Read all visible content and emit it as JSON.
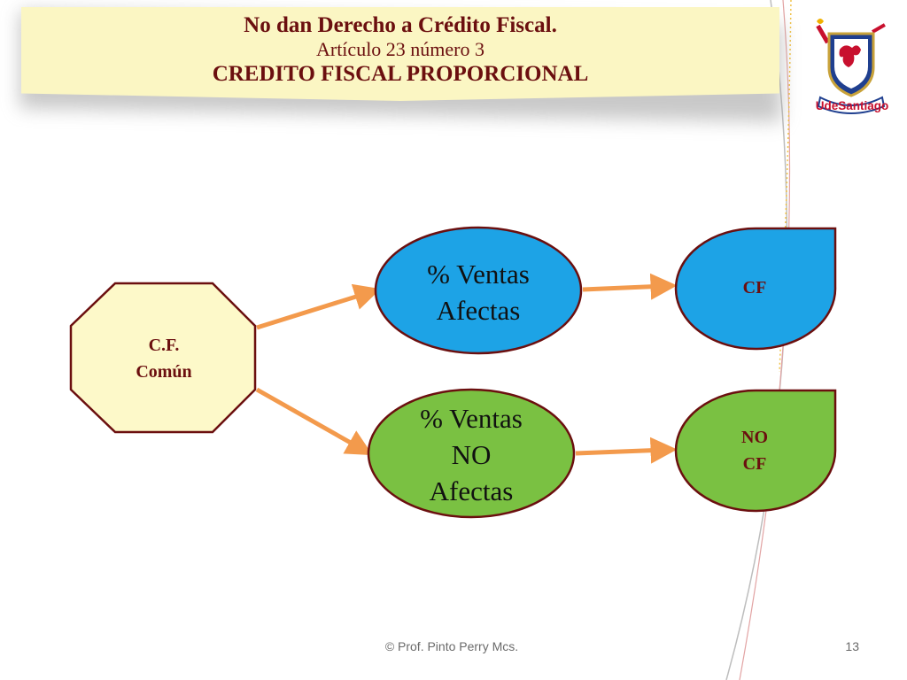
{
  "title": {
    "line1": "No dan Derecho a Crédito Fiscal.",
    "line2": "Artículo 23 número 3",
    "line3": "CREDITO FISCAL PROPORCIONAL"
  },
  "logo": {
    "text": "UdeSantiago"
  },
  "nodes": {
    "source": {
      "line1": "C.F.",
      "line2": "Común"
    },
    "ventas_afectas": {
      "line1": "% Ventas",
      "line2": "Afectas"
    },
    "ventas_no_afectas": {
      "line1": "% Ventas",
      "line2": "NO",
      "line3": "Afectas"
    },
    "cf": {
      "label": "CF"
    },
    "no_cf": {
      "line1": "NO",
      "line2": "CF"
    }
  },
  "colors": {
    "banner": "#fbf6c3",
    "octagon": "#fdf9c9",
    "afectas_fill": "#1da3e6",
    "no_afectas_fill": "#7ac142",
    "outline": "#6b0f0f",
    "arrow": "#f39a4c"
  },
  "footer": {
    "credit": "© Prof. Pinto Perry Mcs.",
    "page": "13"
  }
}
